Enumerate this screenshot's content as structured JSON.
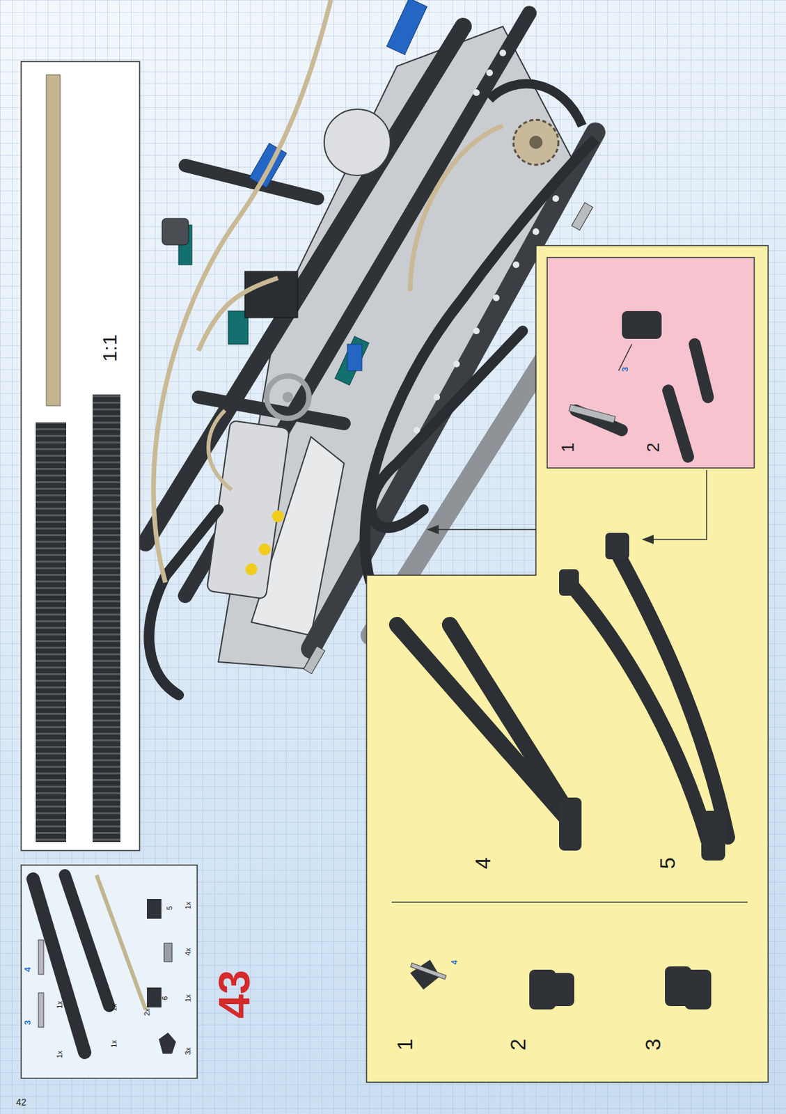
{
  "diagram": {
    "nodes": [
      {
        "text": [
          "3",
          "4",
          "1x",
          "1x",
          "1x",
          "1x",
          "2x",
          "3x",
          "6",
          "1x",
          "4x",
          "5",
          "1x"
        ]
      },
      {
        "text": [
          "1:1"
        ]
      },
      {
        "text": [
          "1",
          "2",
          "3",
          "4",
          "5",
          "4"
        ]
      },
      {
        "text": [
          "1",
          "2",
          "3"
        ],
        "in": 2
      }
    ],
    "labels": [
      "42",
      "43"
    ]
  }
}
